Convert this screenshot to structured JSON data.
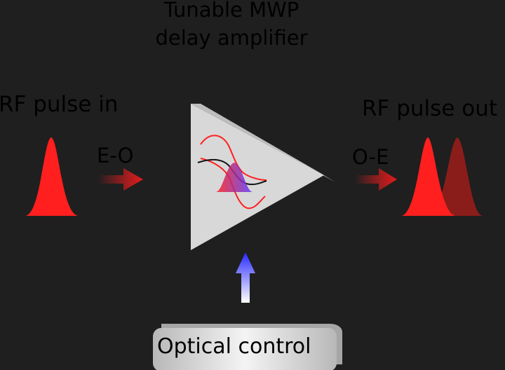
{
  "title": {
    "line1": "Tunable MWP",
    "line2": "delay amplifier"
  },
  "input_label": "RF pulse in",
  "output_label": "RF pulse out",
  "eo_label": "E-O",
  "oe_label": "O-E",
  "control_label": "Optical control",
  "colors": {
    "background": "#1f1f1f",
    "pulse_red": "#ff1f1f",
    "delayed_pulse": "#8a1d1a",
    "triangle": "#d4d4d4",
    "triangle_shadow": "#9a9a9a",
    "control_arrow": "#3a3aff"
  }
}
